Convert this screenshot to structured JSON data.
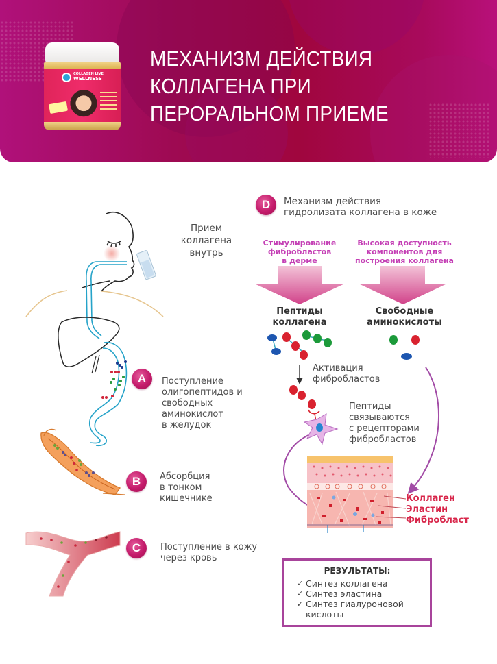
{
  "header": {
    "title_lines": [
      "МЕХАНИЗМ ДЕЙСТВИЯ",
      "КОЛЛАГЕНА ПРИ",
      "ПЕРОРАЛЬНОМ ПРИЕМЕ"
    ],
    "product": {
      "brand_line1": "COLLAGEN LIVE",
      "brand_line2": "WELLNESS"
    },
    "colors": {
      "banner": "#a0063e",
      "banner_accent": "#b0117a"
    }
  },
  "left_column": {
    "intake_label": [
      "Прием",
      "коллагена",
      "внутрь"
    ],
    "steps": [
      {
        "letter": "A",
        "text": [
          "Поступление",
          "олигопептидов и",
          "свободных",
          "аминокислот",
          "в желудок"
        ]
      },
      {
        "letter": "B",
        "text": [
          "Абсорбция",
          "в тонком",
          "кишечнике"
        ]
      },
      {
        "letter": "C",
        "text": [
          "Поступление в кожу",
          "через кровь"
        ]
      }
    ]
  },
  "right_column": {
    "step_d": {
      "letter": "D",
      "text": [
        "Механизм действия",
        "гидролизата коллагена в коже"
      ]
    },
    "arrows": [
      {
        "label": [
          "Стимулирование",
          "фибробластов",
          "в дерме"
        ],
        "result": [
          "Пептиды",
          "коллагена"
        ]
      },
      {
        "label": [
          "Высокая доступность",
          "компонентов для",
          "построения коллагена"
        ],
        "result": [
          "Свободные",
          "аминокислоты"
        ]
      }
    ],
    "activation_label": [
      "Активация",
      "фибробластов"
    ],
    "binding_label": [
      "Пептиды",
      "связываются",
      "с рецепторами",
      "фибробластов"
    ],
    "skin_labels": [
      "Коллаген",
      "Эластин",
      "Фибробласт"
    ],
    "results": {
      "title": "РЕЗУЛЬТАТЫ:",
      "items": [
        "Синтез коллагена",
        "Синтез эластина",
        "Синтез гиалуроновой кислоты"
      ],
      "check_glyph": "✓"
    },
    "colors": {
      "accent_pink": "#c43fb5",
      "badge": "#c41b6b",
      "label_red": "#d8264a",
      "box_border": "#a8449b"
    }
  }
}
